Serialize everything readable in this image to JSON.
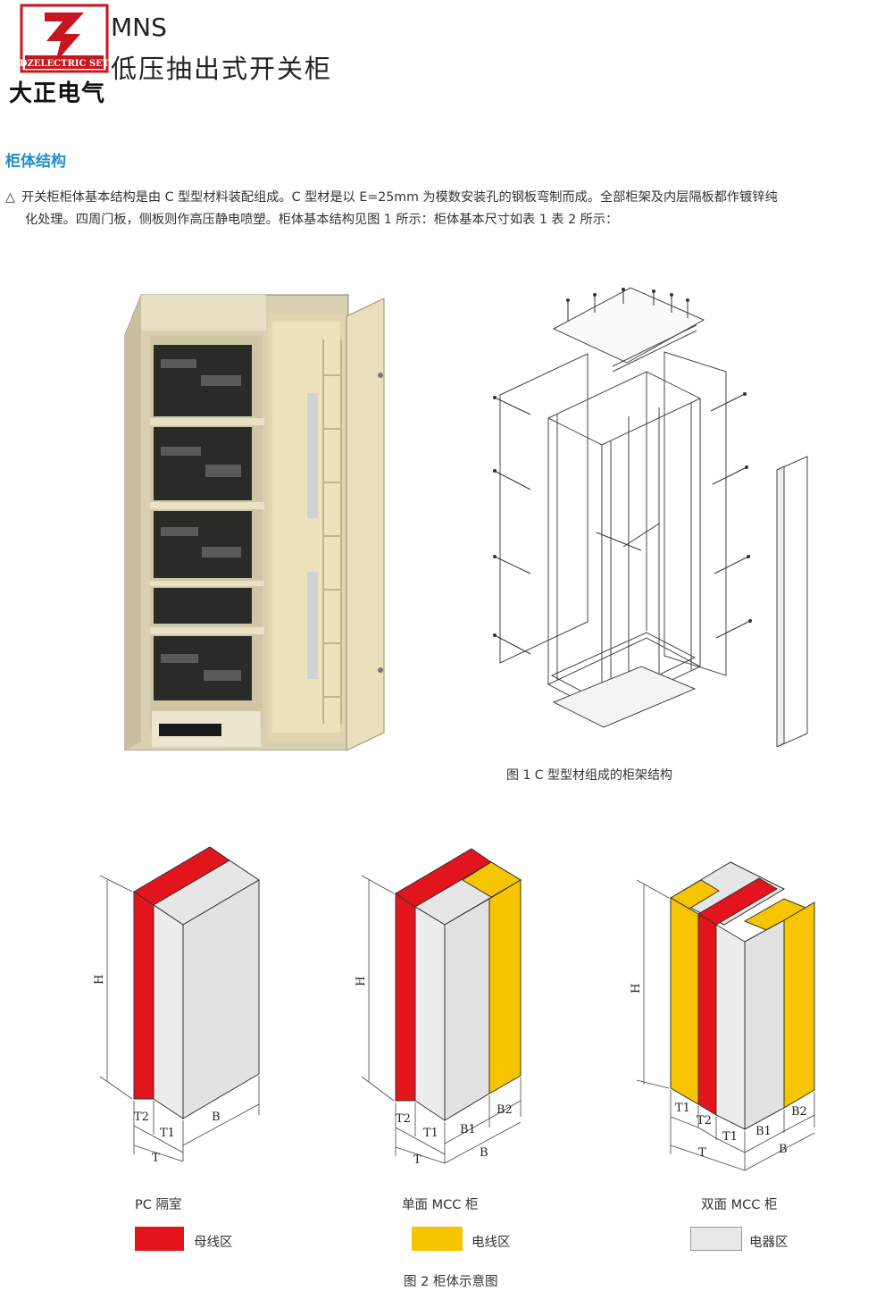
{
  "header": {
    "logo_caption": "DZELECTRIC SET",
    "company_name": "大正电气",
    "title_en": "MNS",
    "title_cn": "低压抽出式开关柜"
  },
  "section": {
    "heading": "柜体结构",
    "bullet": "△",
    "paragraph_line1": "开关柜柜体基本结构是由 C 型型材料装配组成。C 型材是以 E=25mm 为模数安装孔的钢板弯制而成。全部柜架及内层隔板都作镀锌纯",
    "paragraph_line2": "化处理。四周门板，侧板则作高压静电喷塑。柜体基本结构见图 1 所示：柜体基本尺寸如表 1 表 2 所示："
  },
  "figure1": {
    "caption": "图 1 C 型型材组成的柜架结构"
  },
  "figure2": {
    "caption": "图 2 柜体示意图",
    "cabinets": [
      {
        "label": "PC 隔室",
        "dims": [
          "H",
          "T2",
          "T1",
          "B",
          "T"
        ]
      },
      {
        "label": "单面 MCC 柜",
        "dims": [
          "H",
          "T2",
          "T1",
          "B1",
          "B2",
          "T",
          "B"
        ]
      },
      {
        "label": "双面 MCC 柜",
        "dims": [
          "H",
          "T1",
          "T2",
          "T1",
          "B1",
          "B2",
          "T",
          "B"
        ]
      }
    ],
    "legend": [
      {
        "label": "母线区",
        "color": "#e3141c"
      },
      {
        "label": "电线区",
        "color": "#f7c500"
      },
      {
        "label": "电器区",
        "color": "#e8e8e8"
      }
    ]
  }
}
